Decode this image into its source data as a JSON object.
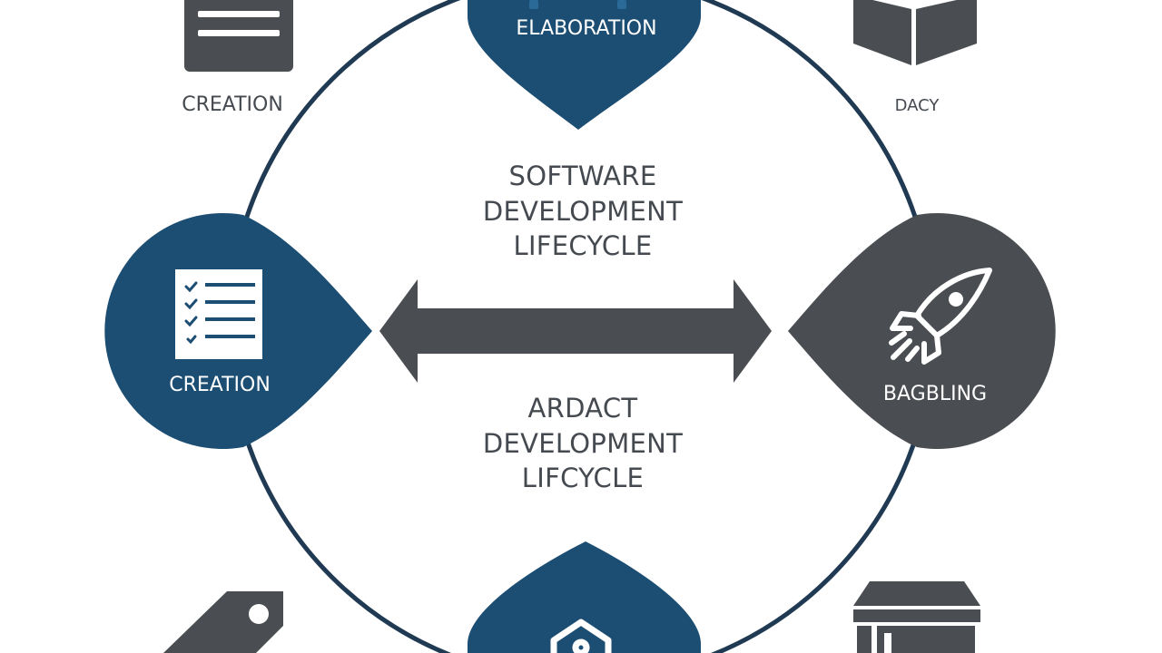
{
  "colors": {
    "primary_blue": "#1c4e73",
    "dark_gray": "#4a4d52",
    "ring": "#1f3a52",
    "text": "#454a50",
    "background": "#ffffff"
  },
  "center": {
    "upper_lines": [
      "SOFTWARE",
      "DEVELOPMENT",
      "LIFECYCLE"
    ],
    "lower_lines": [
      "ARDACT",
      "DEVELOPMENT",
      "LIFCYCLE"
    ]
  },
  "nodes": {
    "top": {
      "label": "ELABORATION",
      "icon": "gear-icon"
    },
    "left": {
      "label": "CREATION",
      "icon": "checklist-icon"
    },
    "right": {
      "label": "BAGBLING",
      "icon": "rocket-icon"
    },
    "bottom": {
      "label": "",
      "icon": "house-icon"
    }
  },
  "corners": {
    "top_left": {
      "label": "CREATION",
      "icon": "document-icon"
    },
    "top_right": {
      "label": "DACY",
      "icon": "box-icon"
    },
    "bottom_left": {
      "label": "",
      "icon": "tag-icon"
    },
    "bottom_right": {
      "label": "",
      "icon": "store-icon"
    }
  },
  "center_arrow": {
    "icon": "double-arrow-icon"
  }
}
